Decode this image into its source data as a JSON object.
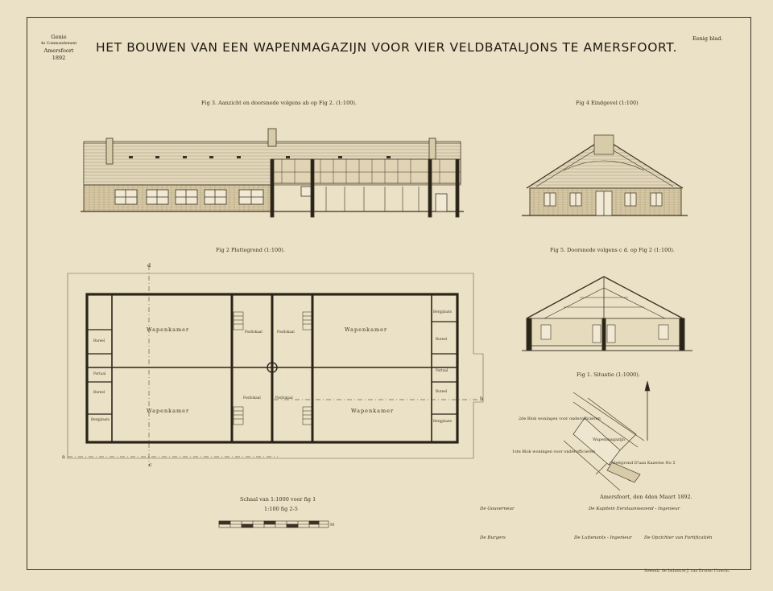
{
  "header": {
    "title": "HET BOUWEN VAN EEN WAPENMAGAZIJN VOOR VIER VELDBATALJONS TE AMERSFOORT.",
    "corner_left": [
      "Genie",
      "4e Commandement",
      "Amersfoort",
      "1892"
    ],
    "corner_right": "Eenig blad."
  },
  "figures": {
    "fig3": "Fig 3. Aanzicht en doorsnede volgens ab op Fig 2. (1:100).",
    "fig4": "Fig 4 Eindgevel (1:100)",
    "fig2": "Fig 2 Plattegrond (1:100).",
    "fig5": "Fig 5. Doorsnede volgens c d. op Fig 2 (1:100).",
    "fig1": "Fig 1. Situatie (1:1000)."
  },
  "plan": {
    "rooms": {
      "top_left": "Wapenkamer",
      "top_right": "Wapenkamer",
      "bottom_left": "Wapenkamer",
      "bottom_right": "Wapenkamer",
      "post_tl": "Postlokaal",
      "post_tr": "Postlokaal",
      "post_bl": "Postlokaal",
      "post_br": "Postlokaal",
      "bureel": "Bureel",
      "portaal": "Portaal",
      "berg": "Bergplaats"
    },
    "section_marks": {
      "a": "a",
      "b": "b",
      "c": "c",
      "d": "d"
    }
  },
  "situation": {
    "label1": "2de Blok woningen voor onderofficieren",
    "label2": "1ste Blok woningen voor onderofficieren",
    "label3": "Wapenmagazijn",
    "label4": "Voetgrond D'aan Kazerne No 5"
  },
  "scale": {
    "line1": "Schaal van 1:1000 voor fig 1",
    "line2": "1:100 fig 2-5",
    "unit": "M"
  },
  "signatures": {
    "place_date": "Amersfoort, den 4den Maart 1892.",
    "kapitein": "De Kapitein Eerstaanwezend - Ingenieur",
    "luitenant": "De Luitenants - Ingenieur",
    "opzichter": "De Opzichter van Fortificatiën",
    "gouverneur": "De Gouverneur",
    "burgers": "De Burgers"
  },
  "footer": {
    "printer": "Steendr. de Industrie J. van Druten Utrecht."
  }
}
